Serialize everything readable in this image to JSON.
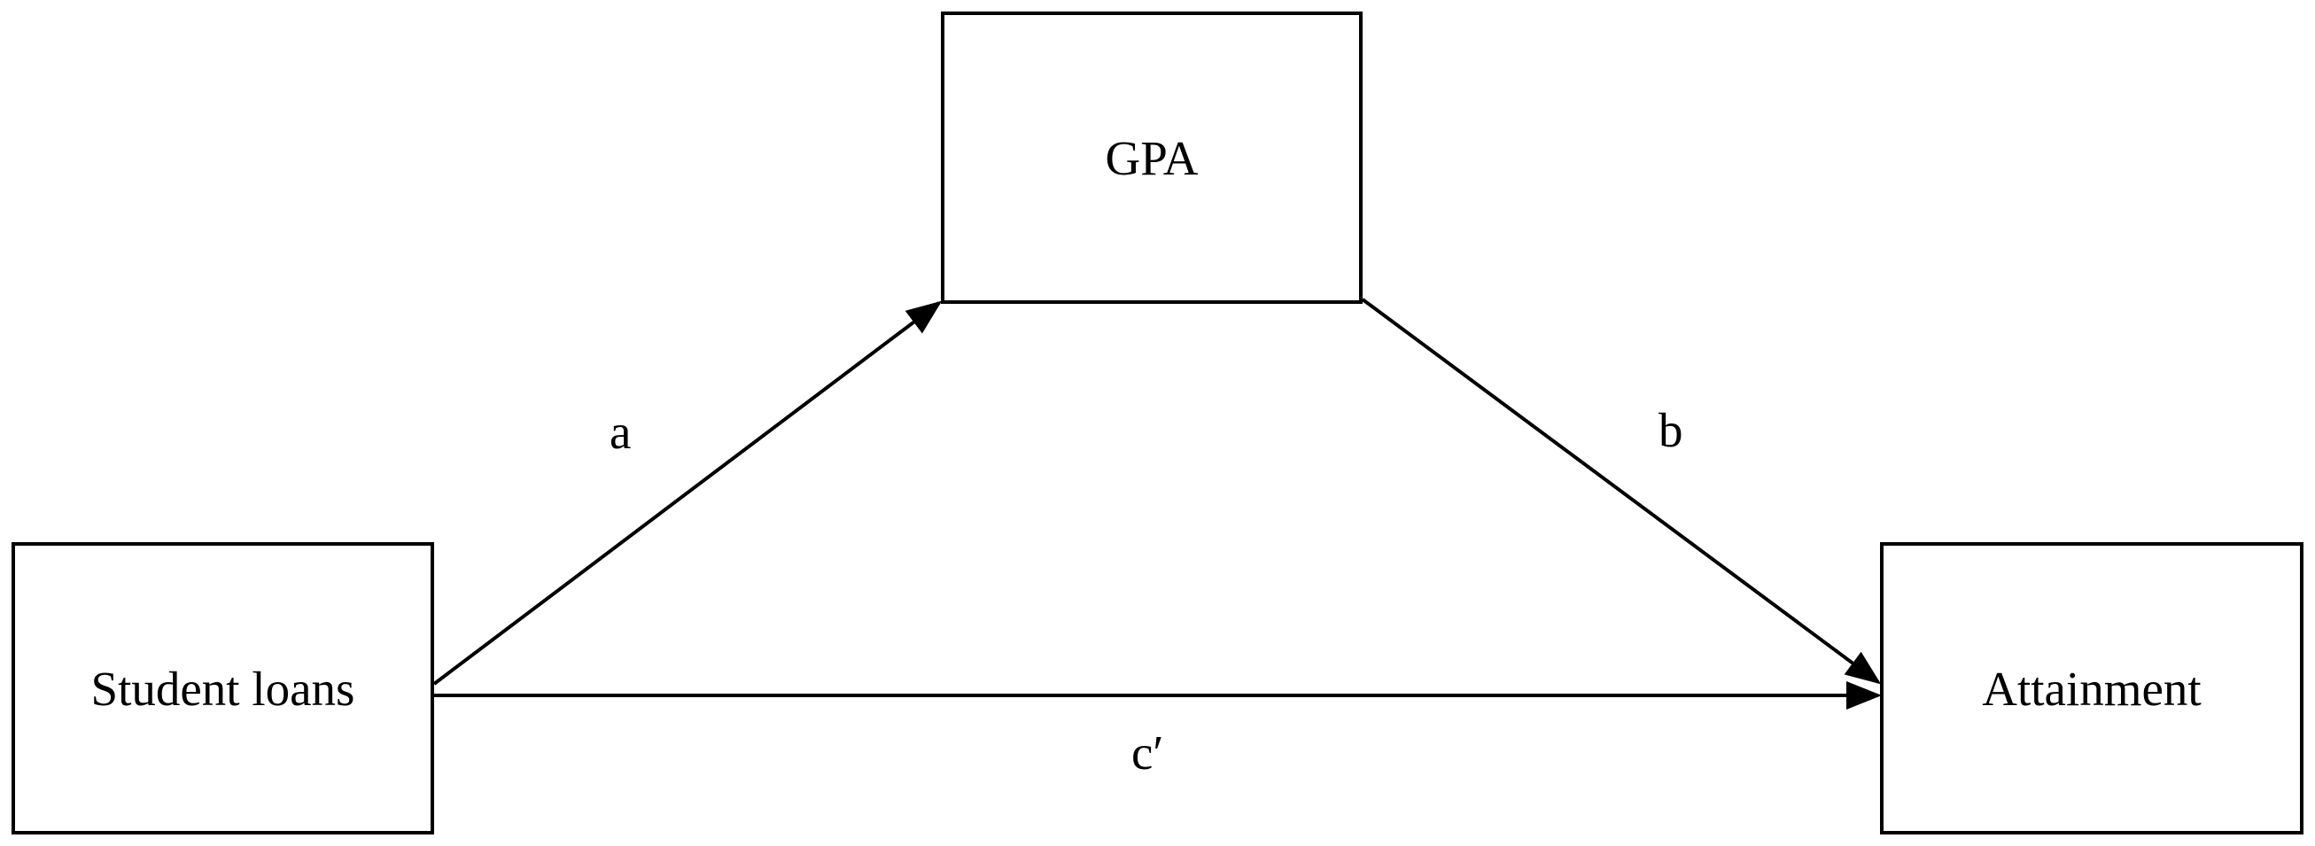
{
  "nodes": {
    "mediator": "GPA",
    "predictor": "Student loans",
    "outcome": "Attainment"
  },
  "paths": {
    "a": "a",
    "b": "b",
    "c_prime": "c′"
  },
  "colors": {
    "stroke": "#000000",
    "background": "#ffffff"
  }
}
